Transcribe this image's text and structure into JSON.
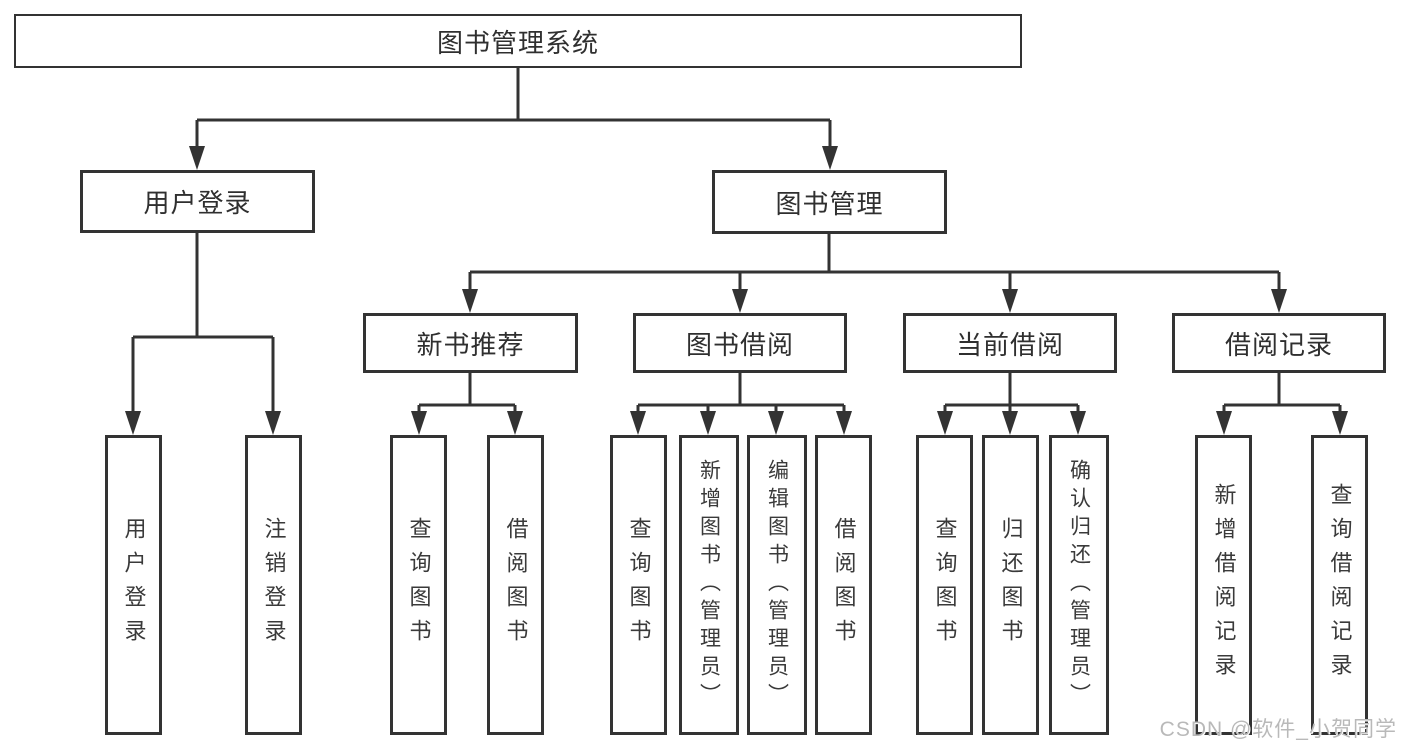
{
  "tree": {
    "label": "图书管理系统",
    "children": [
      {
        "label": "用户登录",
        "children": [
          {
            "label": "用户登录"
          },
          {
            "label": "注销登录"
          }
        ]
      },
      {
        "label": "图书管理",
        "children": [
          {
            "label": "新书推荐",
            "children": [
              {
                "label": "查询图书"
              },
              {
                "label": "借阅图书"
              }
            ]
          },
          {
            "label": "图书借阅",
            "children": [
              {
                "label": "查询图书"
              },
              {
                "label": "新增图书（管理员）"
              },
              {
                "label": "编辑图书（管理员）"
              },
              {
                "label": "借阅图书"
              }
            ]
          },
          {
            "label": "当前借阅",
            "children": [
              {
                "label": "查询图书"
              },
              {
                "label": "归还图书"
              },
              {
                "label": "确认归还（管理员）"
              }
            ]
          },
          {
            "label": "借阅记录",
            "children": [
              {
                "label": "新增借阅记录"
              },
              {
                "label": "查询借阅记录"
              }
            ]
          }
        ]
      }
    ]
  },
  "watermark": "CSDN @软件_小贺同学",
  "colors": {
    "line": "#333333",
    "box_border": "#333333",
    "text": "#2f2f2f",
    "background": "#ffffff",
    "watermark": "#b9b9b9"
  }
}
